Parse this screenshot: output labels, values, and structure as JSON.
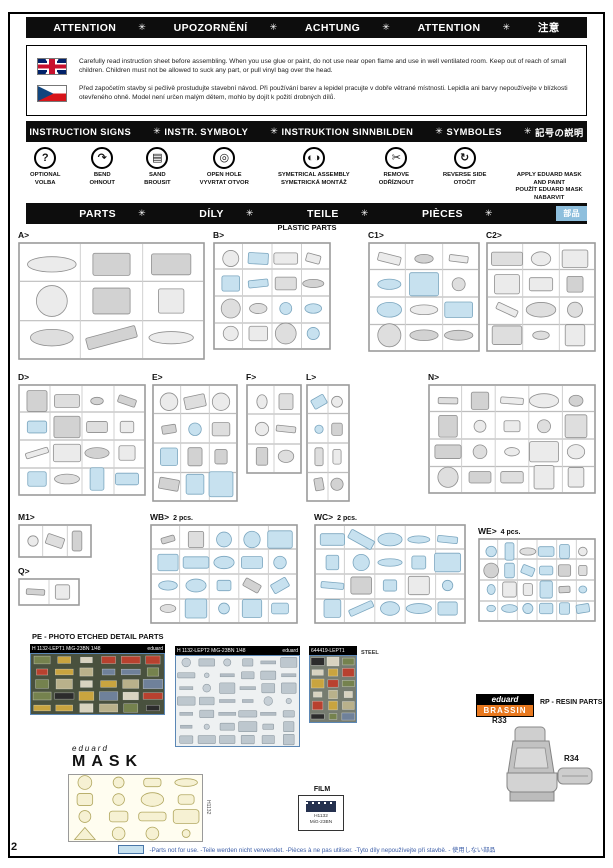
{
  "colors": {
    "highlight_blue": "#c7e1ef",
    "bar_black": "#0d0d0d",
    "brassin_orange": "#e8781e",
    "footer_blue": "#3c5ea8"
  },
  "page_number": "2",
  "bars": {
    "separator": "✳",
    "attention": [
      "ATTENTION",
      "UPOZORNĚNÍ",
      "ACHTUNG",
      "ATTENTION",
      "注意"
    ],
    "signs": [
      "INSTRUCTION SIGNS",
      "INSTR. SYMBOLY",
      "INSTRUKTION SINNBILDEN",
      "SYMBOLES",
      "記号の説明"
    ],
    "parts": [
      "PARTS",
      "DÍLY",
      "TEILE",
      "PIÈCES"
    ],
    "parts_jp": "部品"
  },
  "warnings": [
    {
      "flag": "uk",
      "text": "Carefully read instruction sheet before assembling. When you use glue or paint, do not use near open flame and use in well ventilated room. Keep out of reach of small children. Children must not be allowed to suck any part, or pull vinyl bag over the head."
    },
    {
      "flag": "cz",
      "text": "Před započetím stavby si pečlivě prostudujte stavební návod. Při používání barev a lepidel pracujte v dobře větrané místnosti. Lepidla ani barvy nepoužívejte v blízkosti otevřeného ohně. Model není určen malým dětem, mohlo by dojít k požití drobných dílů."
    }
  ],
  "symbols": [
    {
      "glyph": "?",
      "label": "OPTIONAL\nVOLBA"
    },
    {
      "glyph": "↷",
      "label": "BEND\nOHNOUT"
    },
    {
      "glyph": "▤",
      "label": "SAND\nBROUSIT"
    },
    {
      "glyph": "◎",
      "label": "OPEN HOLE\nVYVRTAT OTVOR"
    },
    {
      "glyph": "◐◑",
      "label": "SYMETRICAL ASSEMBLY\nSYMETRICKÁ MONTÁŽ"
    },
    {
      "glyph": "✂",
      "label": "REMOVE\nODŘÍZNOUT"
    },
    {
      "glyph": "↻",
      "label": "REVERSE SIDE\nOTOČIT"
    },
    {
      "glyph": "",
      "label": "APPLY EDUARD MASK\nAND PAINT\nPOUŽÍT EDUARD MASK\nNABARVIT"
    }
  ],
  "plastic_parts_title": "PLASTIC PARTS",
  "sprues": {
    "A": {
      "label": "A>"
    },
    "B": {
      "label": "B>"
    },
    "C1": {
      "label": "C1>"
    },
    "C2": {
      "label": "C2>"
    },
    "D": {
      "label": "D>"
    },
    "E": {
      "label": "E>"
    },
    "F": {
      "label": "F>"
    },
    "L": {
      "label": "L>"
    },
    "N": {
      "label": "N>"
    },
    "M1": {
      "label": "M1>"
    },
    "WB": {
      "label": "WB>",
      "note": "2 pcs."
    },
    "WC": {
      "label": "WC>",
      "note": "2 pcs."
    },
    "WE": {
      "label": "WE>",
      "note": "4 pcs."
    },
    "Q": {
      "label": "Q>"
    }
  },
  "pe_section": {
    "title": "PE - PHOTO ETCHED DETAIL PARTS",
    "fret1_header": "H 1132-LEPT1  MiG-23BN  1/48",
    "fret1_brand": "eduard",
    "fret2_header": "H 1132-LEPT2  MiG-23BN  1/48",
    "fret2_brand": "eduard",
    "fret3_header": "644419-LEPT1",
    "fret3_side": "STEEL"
  },
  "mask_section": {
    "brand": "eduard",
    "title": "MASK",
    "side": "H1132"
  },
  "film_section": {
    "title": "FILM",
    "caption": "H1132\nMiG-23BN"
  },
  "resin_section": {
    "brand_top": "eduard",
    "brand_bottom": "BRASSIN",
    "title": "RP - RESIN PARTS",
    "items": [
      "R33",
      "R34"
    ]
  },
  "footer_note": "-Parts not for use.  -Teile werden nicht verwendet.  -Pièces à ne pas utiliser.  -Tyto díly nepoužívejte při stavbě.  - 使用しない部品"
}
